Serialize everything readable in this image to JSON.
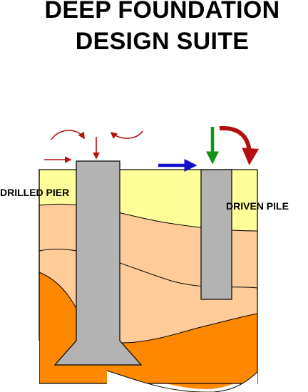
{
  "title": {
    "line1": "DEEP FOUNDATION",
    "line2": "DESIGN SUITE"
  },
  "labels": {
    "drilled_pier": "DRILLED PIER",
    "driven_pile": "DRIVEN PILE"
  },
  "colors": {
    "soil_top": "#ffff99",
    "soil_mid": "#ffcc99",
    "soil_low": "#f6b87a",
    "soil_deep": "#ff8800",
    "pile": "#b3b3b3",
    "outline": "#000000",
    "arrow_red": "#b21010",
    "arrow_green": "#149414",
    "arrow_blue": "#1010c8"
  },
  "icons": [
    "curved-moment-arrow-icon",
    "horizontal-load-arrow-icon",
    "vertical-load-arrow-icon"
  ]
}
